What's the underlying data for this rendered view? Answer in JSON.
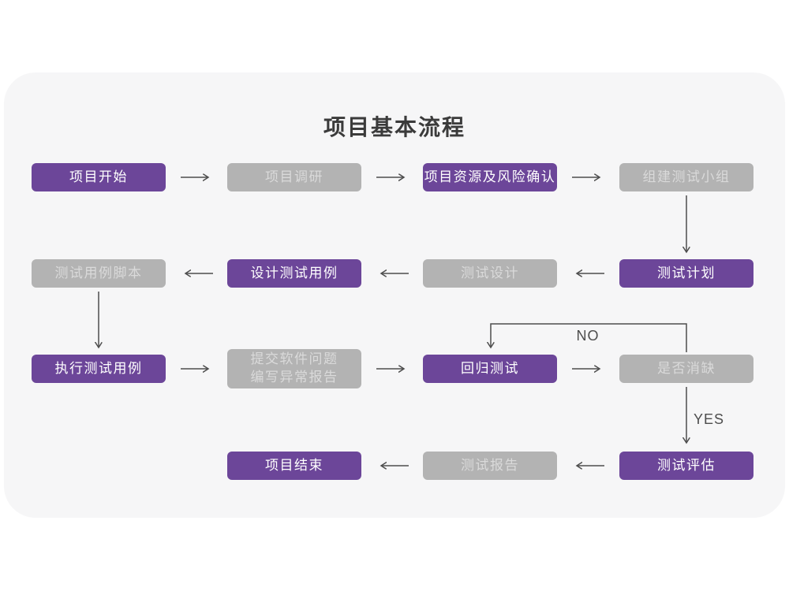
{
  "title": "项目基本流程",
  "colors": {
    "card_background": "#F6F6F7",
    "node_purple": "#6C4699",
    "node_gray": "#B3B3B3",
    "node_purple_text": "#FFFFFF",
    "node_gray_text": "#DADADA",
    "arrow": "#4D4D4D",
    "title_text": "#3B3B3B"
  },
  "edge_labels": {
    "no": "NO",
    "yes": "YES"
  },
  "nodes": [
    {
      "id": "project-start",
      "label": "项目开始",
      "variant": "purple"
    },
    {
      "id": "project-research",
      "label": "项目调研",
      "variant": "gray"
    },
    {
      "id": "resources-risk-confirm",
      "label": "项目资源及风险确认",
      "variant": "purple"
    },
    {
      "id": "build-test-team",
      "label": "组建测试小组",
      "variant": "gray"
    },
    {
      "id": "test-case-script",
      "label": "测试用例脚本",
      "variant": "gray"
    },
    {
      "id": "design-test-cases",
      "label": "设计测试用例",
      "variant": "purple"
    },
    {
      "id": "test-design",
      "label": "测试设计",
      "variant": "gray"
    },
    {
      "id": "test-plan",
      "label": "测试计划",
      "variant": "purple"
    },
    {
      "id": "execute-test-cases",
      "label": "执行测试用例",
      "variant": "purple"
    },
    {
      "id": "submit-issues-report",
      "label": "提交软件问题\n编写异常报告",
      "variant": "gray"
    },
    {
      "id": "regression-test",
      "label": "回归测试",
      "variant": "purple"
    },
    {
      "id": "defect-resolved-check",
      "label": "是否消缺",
      "variant": "gray"
    },
    {
      "id": "project-end",
      "label": "项目结束",
      "variant": "purple"
    },
    {
      "id": "test-report",
      "label": "测试报告",
      "variant": "gray"
    },
    {
      "id": "test-evaluation",
      "label": "测试评估",
      "variant": "purple"
    }
  ]
}
